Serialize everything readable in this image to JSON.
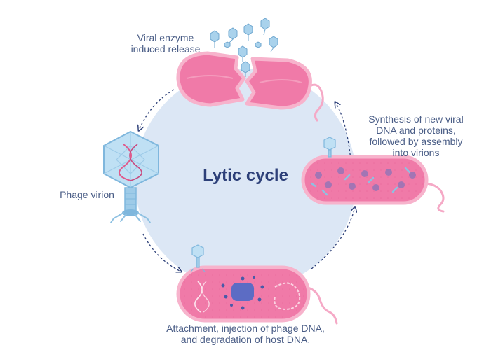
{
  "title": "Lytic cycle",
  "stages": {
    "release": {
      "line1": "Viral enzyme",
      "line2": "induced release"
    },
    "synthesis": {
      "line1": "Synthesis of new viral",
      "line2": "DNA and proteins,",
      "line3": "followed by assembly",
      "line4": "into virions"
    },
    "attachment": {
      "line1": "Attachment, injection of phage DNA,",
      "line2": "and degradation of host DNA."
    },
    "virion": {
      "line1": "Phage virion"
    }
  },
  "colors": {
    "circle": "#dce7f5",
    "arrow": "#2d4079",
    "cell_fill": "#f07aa8",
    "cell_outline": "#f7b3cc",
    "phage": "#7fb7dd",
    "text": "#4a5d86",
    "title": "#2d4079"
  }
}
